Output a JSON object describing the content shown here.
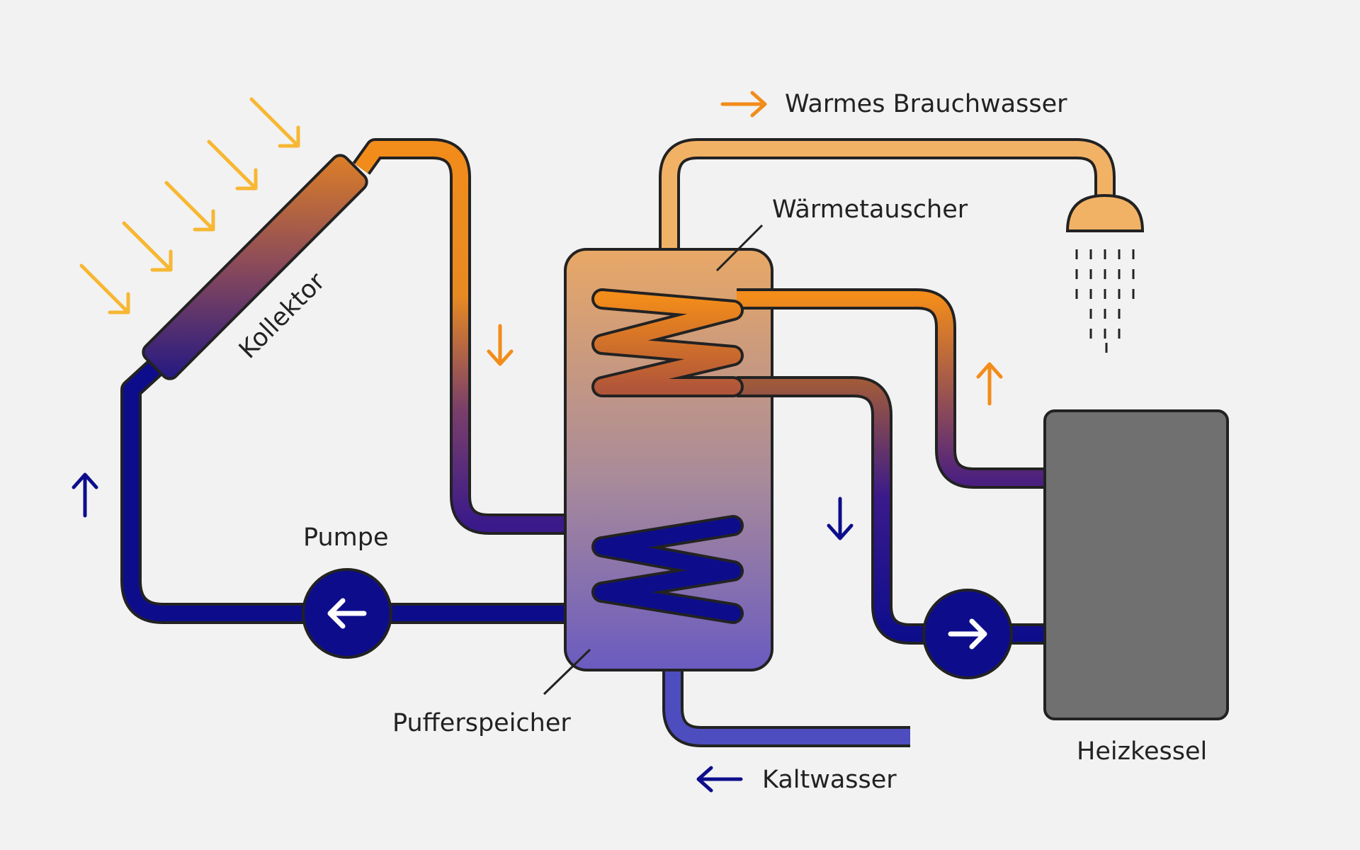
{
  "labels": {
    "warm_water": "Warmes Brauchwasser",
    "heat_exchanger": "Wärmetauscher",
    "collector": "Kollektor",
    "pump": "Pumpe",
    "buffer_tank": "Pufferspeicher",
    "cold_water": "Kaltwasser",
    "boiler": "Heizkessel"
  },
  "colors": {
    "background": "#f2f2f2",
    "hot": "#f28c1a",
    "warm_light": "#f2b266",
    "cold": "#0d0d8c",
    "cold_light": "#4d4dbf",
    "sun_arrows": "#f7b733",
    "boiler": "#707070",
    "outline": "#222222"
  },
  "icons": [
    "sun-ray-arrow",
    "flow-arrow",
    "pump-arrow",
    "shower-head",
    "water-drops"
  ]
}
